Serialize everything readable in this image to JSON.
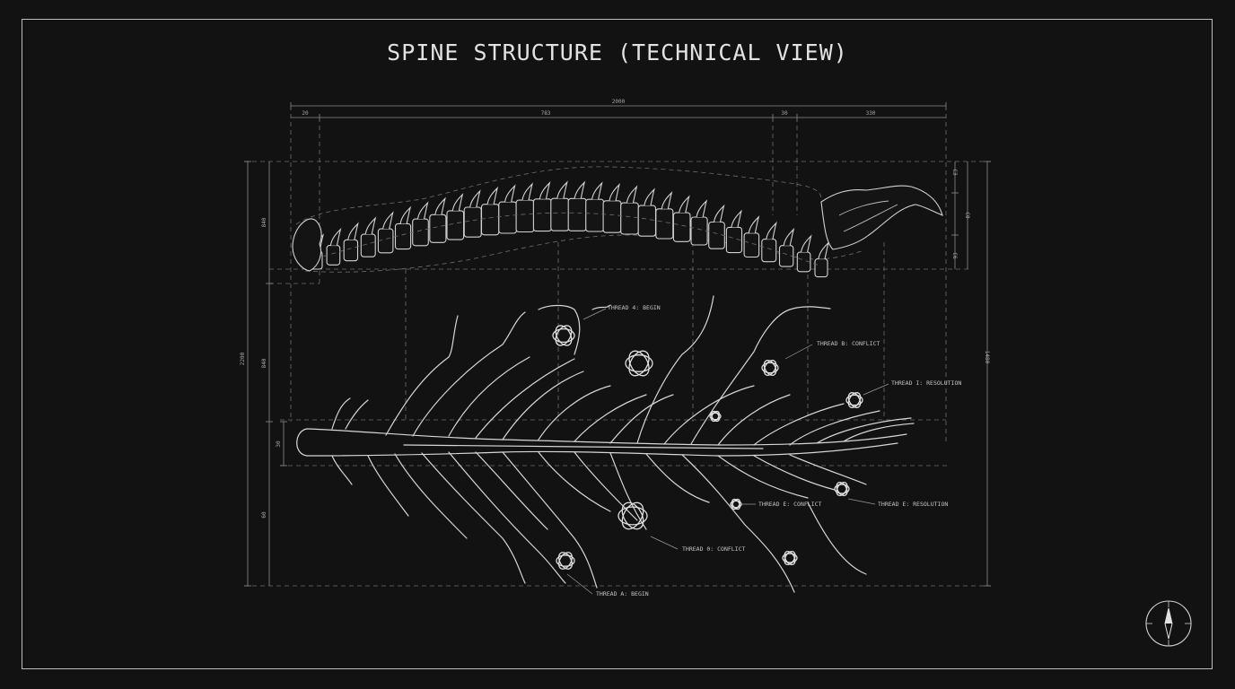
{
  "title": "SPINE STRUCTURE (TECHNICAL VIEW)",
  "dimensions": {
    "top_total": "2000",
    "top_segment_1": "20",
    "top_segment_2": "783",
    "top_segment_3": "30",
    "top_segment_4": "330",
    "left_total": "2200",
    "left_upper": "840",
    "left_middle": "840",
    "left_small": "30",
    "left_lower": "60",
    "right_total": "1480",
    "right_seg_1": "C3",
    "right_seg_2": "C0",
    "right_seg_3": "C6"
  },
  "labels": {
    "thread_top": "THREAD 4: BEGIN",
    "thread_mid": "THREAD B: CONFLICT",
    "thread_right": "THREAD I: RESOLUTION",
    "thread_lower_mid": "THREAD E: CONFLICT",
    "thread_lower_right": "THREAD E: RESOLUTION",
    "thread_lower_center": "THREAD 0: CONFLICT",
    "thread_bottom": "THREAD A: BEGIN"
  },
  "icons": {
    "compass": "compass-icon"
  },
  "colors": {
    "background": "#121212",
    "line": "#d6d6d6",
    "text": "#e2e2e2"
  }
}
